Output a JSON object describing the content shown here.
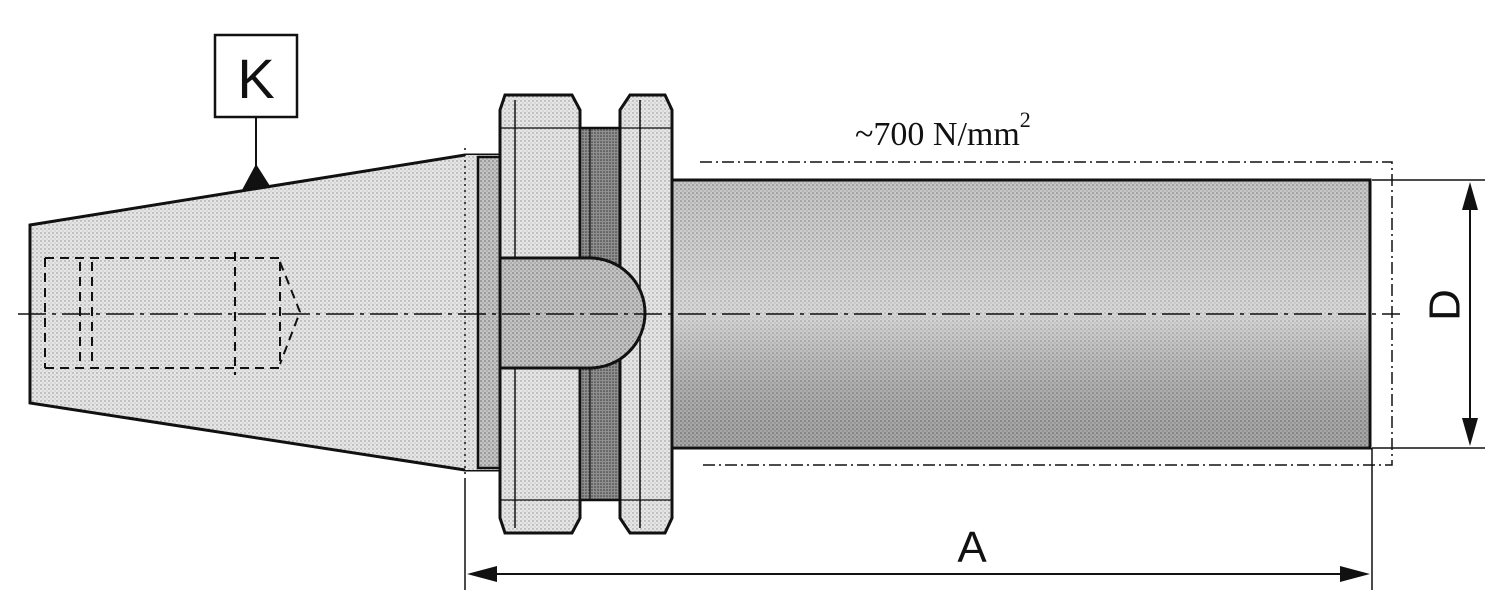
{
  "labels": {
    "taper_marker": "K",
    "strength": "~700 N/mm",
    "strength_exponent": "2",
    "diameter": "D",
    "length": "A"
  },
  "colors": {
    "line": "#111111",
    "light_fill": "#d9d9d9",
    "body_fill": "#bdbdbd",
    "dark_fill": "#8c8c8c",
    "paper": "#ffffff"
  }
}
